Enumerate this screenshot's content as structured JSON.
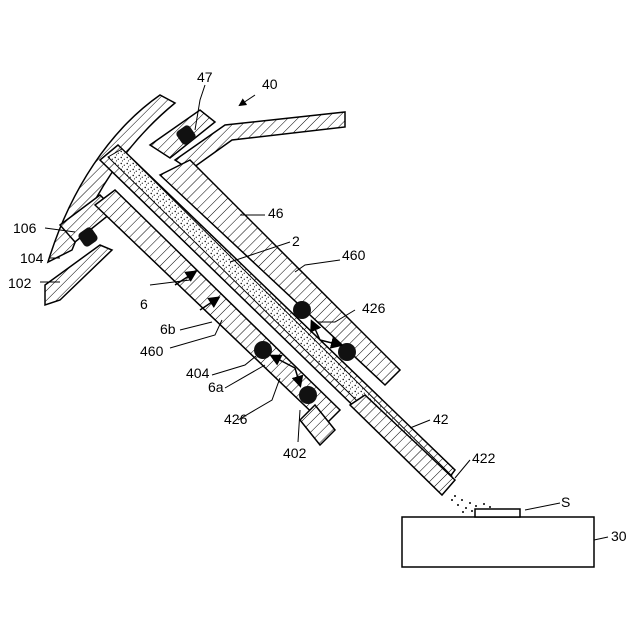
{
  "labels": {
    "l40": "40",
    "l47": "47",
    "l46": "46",
    "l2": "2",
    "l460_top": "460",
    "l106": "106",
    "l104": "104",
    "l102": "102",
    "l6": "6",
    "l6b": "6b",
    "l460_left": "460",
    "l426_right": "426",
    "l404": "404",
    "l6a": "6a",
    "l426_bottom": "426",
    "l402": "402",
    "l42": "42",
    "l422": "422",
    "lS": "S",
    "l30": "30"
  },
  "colors": {
    "line": "#000000",
    "background": "#ffffff",
    "seal": "#111111"
  }
}
